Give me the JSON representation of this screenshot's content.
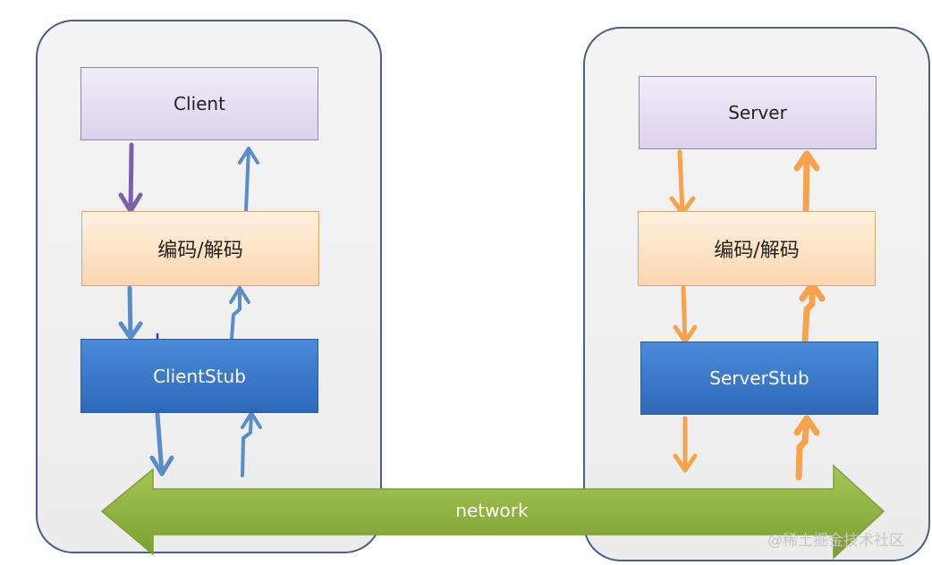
{
  "diagram": {
    "client_side": {
      "top_label": "Client",
      "codec_label": "编码/解码",
      "stub_label": "ClientStub"
    },
    "server_side": {
      "top_label": "Server",
      "codec_label": "编码/解码",
      "stub_label": "ServerStub"
    },
    "network_label": "network",
    "cursor_glyph": "+"
  },
  "watermark": "@稀土掘金技术社区",
  "colors": {
    "panel_border": "#4a5f82",
    "client_arrow_purple": "#7a62a8",
    "client_arrow_blue": "#5b8cc7",
    "server_arrow_orange": "#f6a24e",
    "network_arrow_green": "#8fb43a",
    "stub_box_blue": "#3a78c9"
  }
}
